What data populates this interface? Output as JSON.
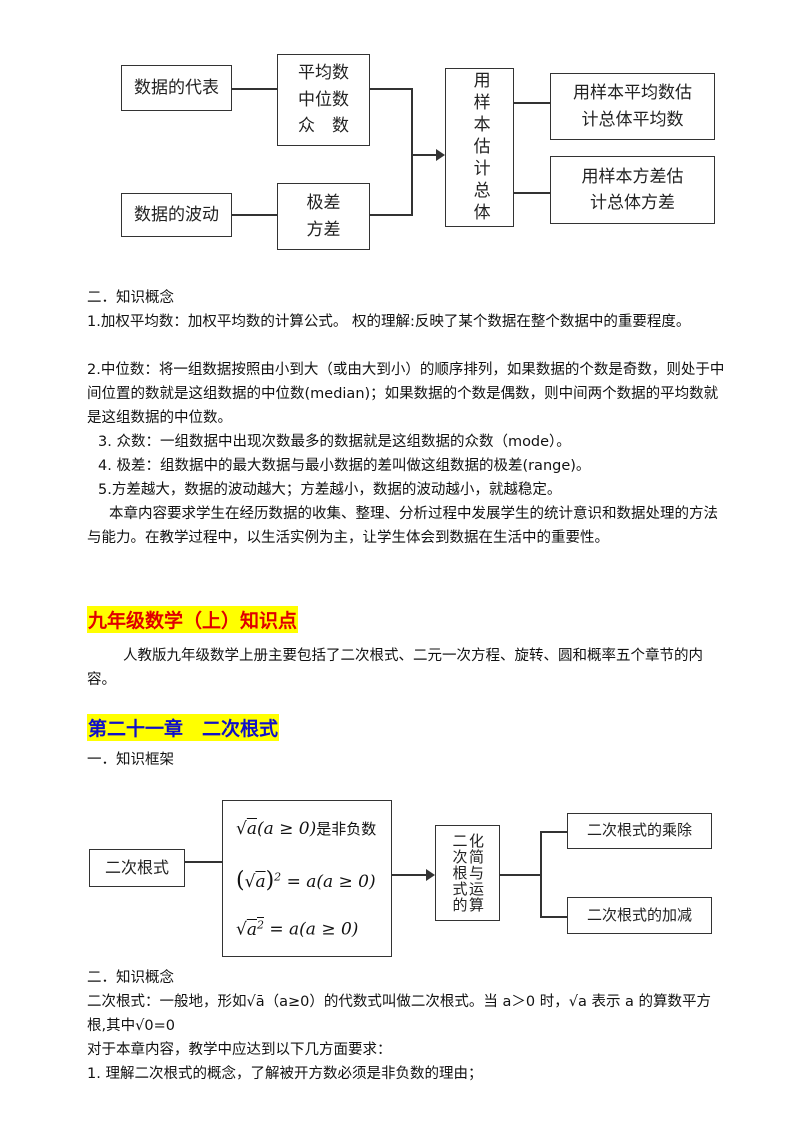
{
  "diagram1": {
    "box_rep": "数据的代表",
    "box_avg": [
      "平均数",
      "中位数",
      "众　数"
    ],
    "box_wave": "数据的波动",
    "box_range": [
      "极差",
      "方差"
    ],
    "box_sample": "用样本估计总体",
    "box_out1": [
      "用样本平均数估",
      "计总体平均数"
    ],
    "box_out2": [
      "用样本方差估",
      "计总体方差"
    ]
  },
  "section1": {
    "heading": "二．知识概念",
    "p1": "1.加权平均数：加权平均数的计算公式。 权的理解:反映了某个数据在整个数据中的重要程度。",
    "p2": "2.中位数：将一组数据按照由小到大（或由大到小）的顺序排列，如果数据的个数是奇数，则处于中间位置的数就是这组数据的中位数(median)；如果数据的个数是偶数，则中间两个数据的平均数就是这组数据的中位数。",
    "p3": "3. 众数：一组数据中出现次数最多的数据就是这组数据的众数（mode）。",
    "p4": "4. 极差：组数据中的最大数据与最小数据的差叫做这组数据的极差(range)。",
    "p5": "5.方差越大，数据的波动越大；方差越小，数据的波动越小，就越稳定。",
    "p6": "本章内容要求学生在经历数据的收集、整理、分析过程中发展学生的统计意识和数据处理的方法与能力。在教学过程中，以生活实例为主，让学生体会到数据在生活中的重要性。"
  },
  "grade9": {
    "title": "九年级数学（上）知识点",
    "intro": "人教版九年级数学上册主要包括了二次根式、二元一次方程、旋转、圆和概率五个章节的内容。"
  },
  "chapter21": {
    "title": "第二十一章　二次根式",
    "framework_heading": "一．知识框架",
    "diagram2": {
      "box_root": "二次根式",
      "formula1_suffix": "是非负数",
      "box_simplify": [
        "化简与运算",
        "二次根式的"
      ],
      "box_mul": "二次根式的乘除",
      "box_add": "二次根式的加减"
    },
    "concept_heading": "二．知识概念",
    "def1": "二次根式：一般地，形如√ā（a≥0）的代数式叫做二次根式。当 a＞0 时，√a 表示 a 的算数平方根,其中√0=0",
    "req": "对于本章内容，教学中应达到以下几方面要求：",
    "req1": "1. 理解二次根式的概念，了解被开方数必须是非负数的理由；"
  }
}
